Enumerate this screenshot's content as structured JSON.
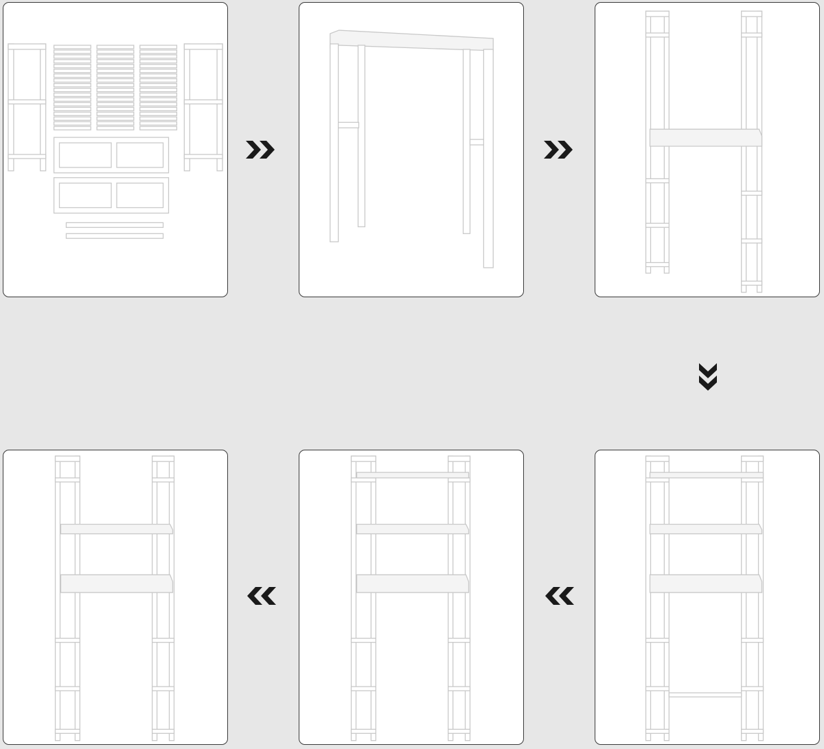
{
  "diagram": {
    "type": "assembly-steps",
    "steps": 6,
    "flow": [
      "right",
      "right",
      "down",
      "left",
      "left"
    ]
  },
  "colors": {
    "background": "#e7e7e7",
    "panel": "#ffffff",
    "panel_border": "#3a3a3a",
    "arrow": "#1a1a1a"
  }
}
